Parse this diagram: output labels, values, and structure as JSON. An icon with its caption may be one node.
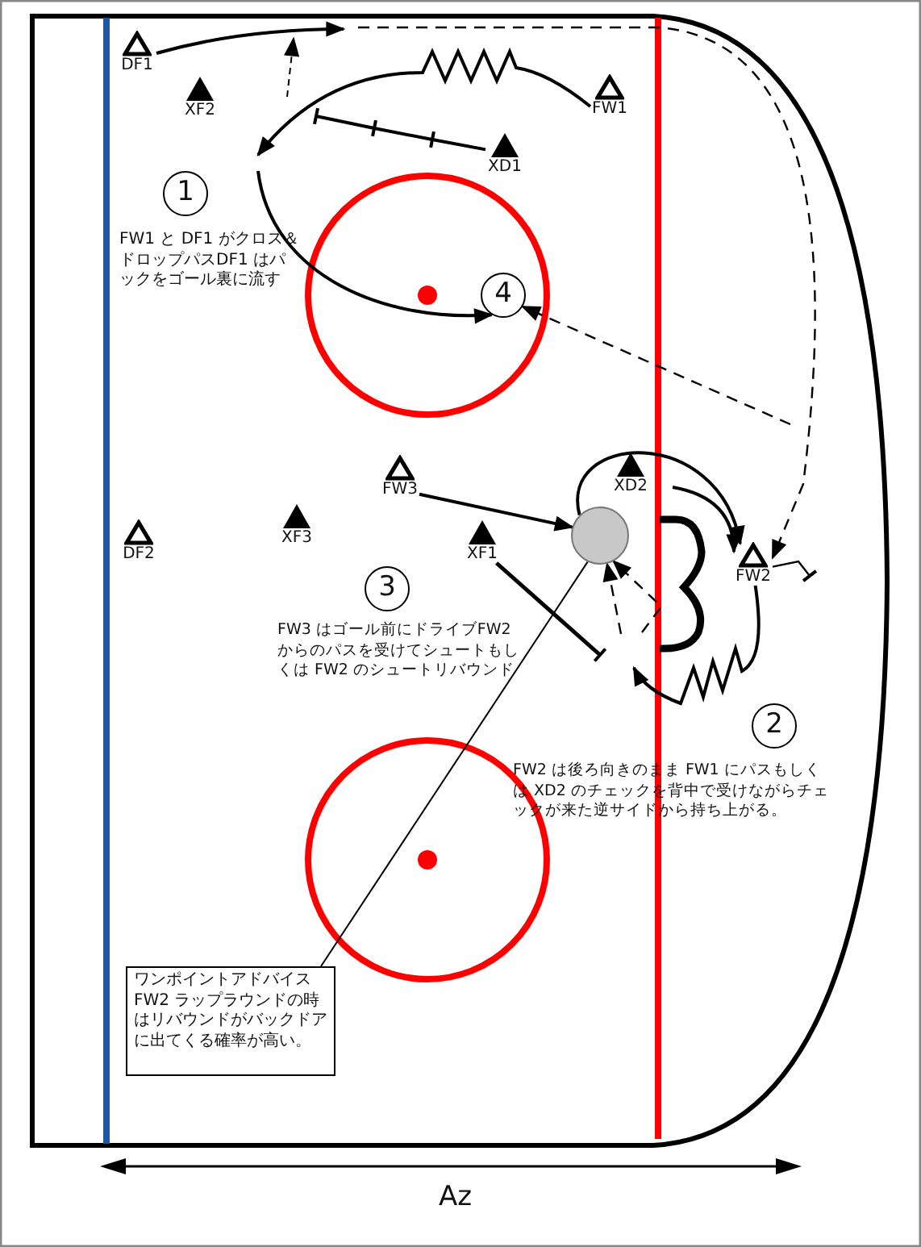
{
  "diagram": {
    "nodes": [
      {
        "text": [
          "DF1"
        ]
      },
      {
        "text": [
          "XF2"
        ]
      },
      {
        "text": [
          "FW1"
        ]
      },
      {
        "text": [
          "XD1"
        ]
      },
      {
        "text": [
          "1"
        ]
      },
      {
        "text": [
          "4"
        ]
      },
      {
        "text": [
          "FW3"
        ]
      },
      {
        "text": [
          "XD2"
        ]
      },
      {
        "text": [],
        "shape": "circle"
      },
      {
        "text": [
          "DF2"
        ]
      },
      {
        "text": [
          "XF3"
        ]
      },
      {
        "text": [
          "XF1"
        ]
      },
      {
        "text": [
          "FW2"
        ]
      },
      {
        "text": [
          "3"
        ]
      },
      {
        "text": [
          "2"
        ]
      },
      {
        "text": [
          "ワンポイントアドバイスFW2 ラップラウンドの時はリバウンドがバックドアに出てくる確率が高い。"
        ]
      }
    ],
    "edges": [
      {
        "from": 0,
        "to": null,
        "arrow": "to"
      },
      {
        "from": null,
        "to": 12,
        "arrow": "to",
        "style": "dashed"
      },
      {
        "from": 2,
        "to": null,
        "arrow": "to"
      },
      {
        "from": null,
        "to": 5,
        "arrow": "to"
      },
      {
        "from": 3,
        "to": null,
        "arrow": "other"
      },
      {
        "from": null,
        "to": 5,
        "arrow": "to",
        "style": "dashed"
      },
      {
        "from": 6,
        "to": 8,
        "arrow": "to"
      },
      {
        "from": 8,
        "to": 12,
        "arrow": "to"
      },
      {
        "from": null,
        "to": 12,
        "arrow": "to"
      },
      {
        "from": 12,
        "to": null,
        "arrow": "to"
      },
      {
        "from": null,
        "to": 8,
        "arrow": "to",
        "style": "dashed"
      },
      {
        "from": null,
        "to": 8,
        "arrow": "to",
        "style": "dashed"
      },
      {
        "from": 11,
        "to": null,
        "arrow": "other"
      },
      {
        "from": 15,
        "to": 8,
        "arrow": "none"
      },
      {
        "from": 12,
        "to": null,
        "arrow": "other"
      }
    ],
    "labels": [
      "FW1 と DF1 がクロス＆ドロップパスDF1 はパックをゴール裏に流す",
      "FW3 はゴール前にドライブFW2 からのパスを受けてシュートもしくは FW2 のシュートリバウンド",
      "FW2 は後ろ向きのまま FW1 にパスもしくは XD2 のチェックを背中で受けながらチェックが来た逆サイドから持ち上がる。",
      "Az"
    ]
  }
}
